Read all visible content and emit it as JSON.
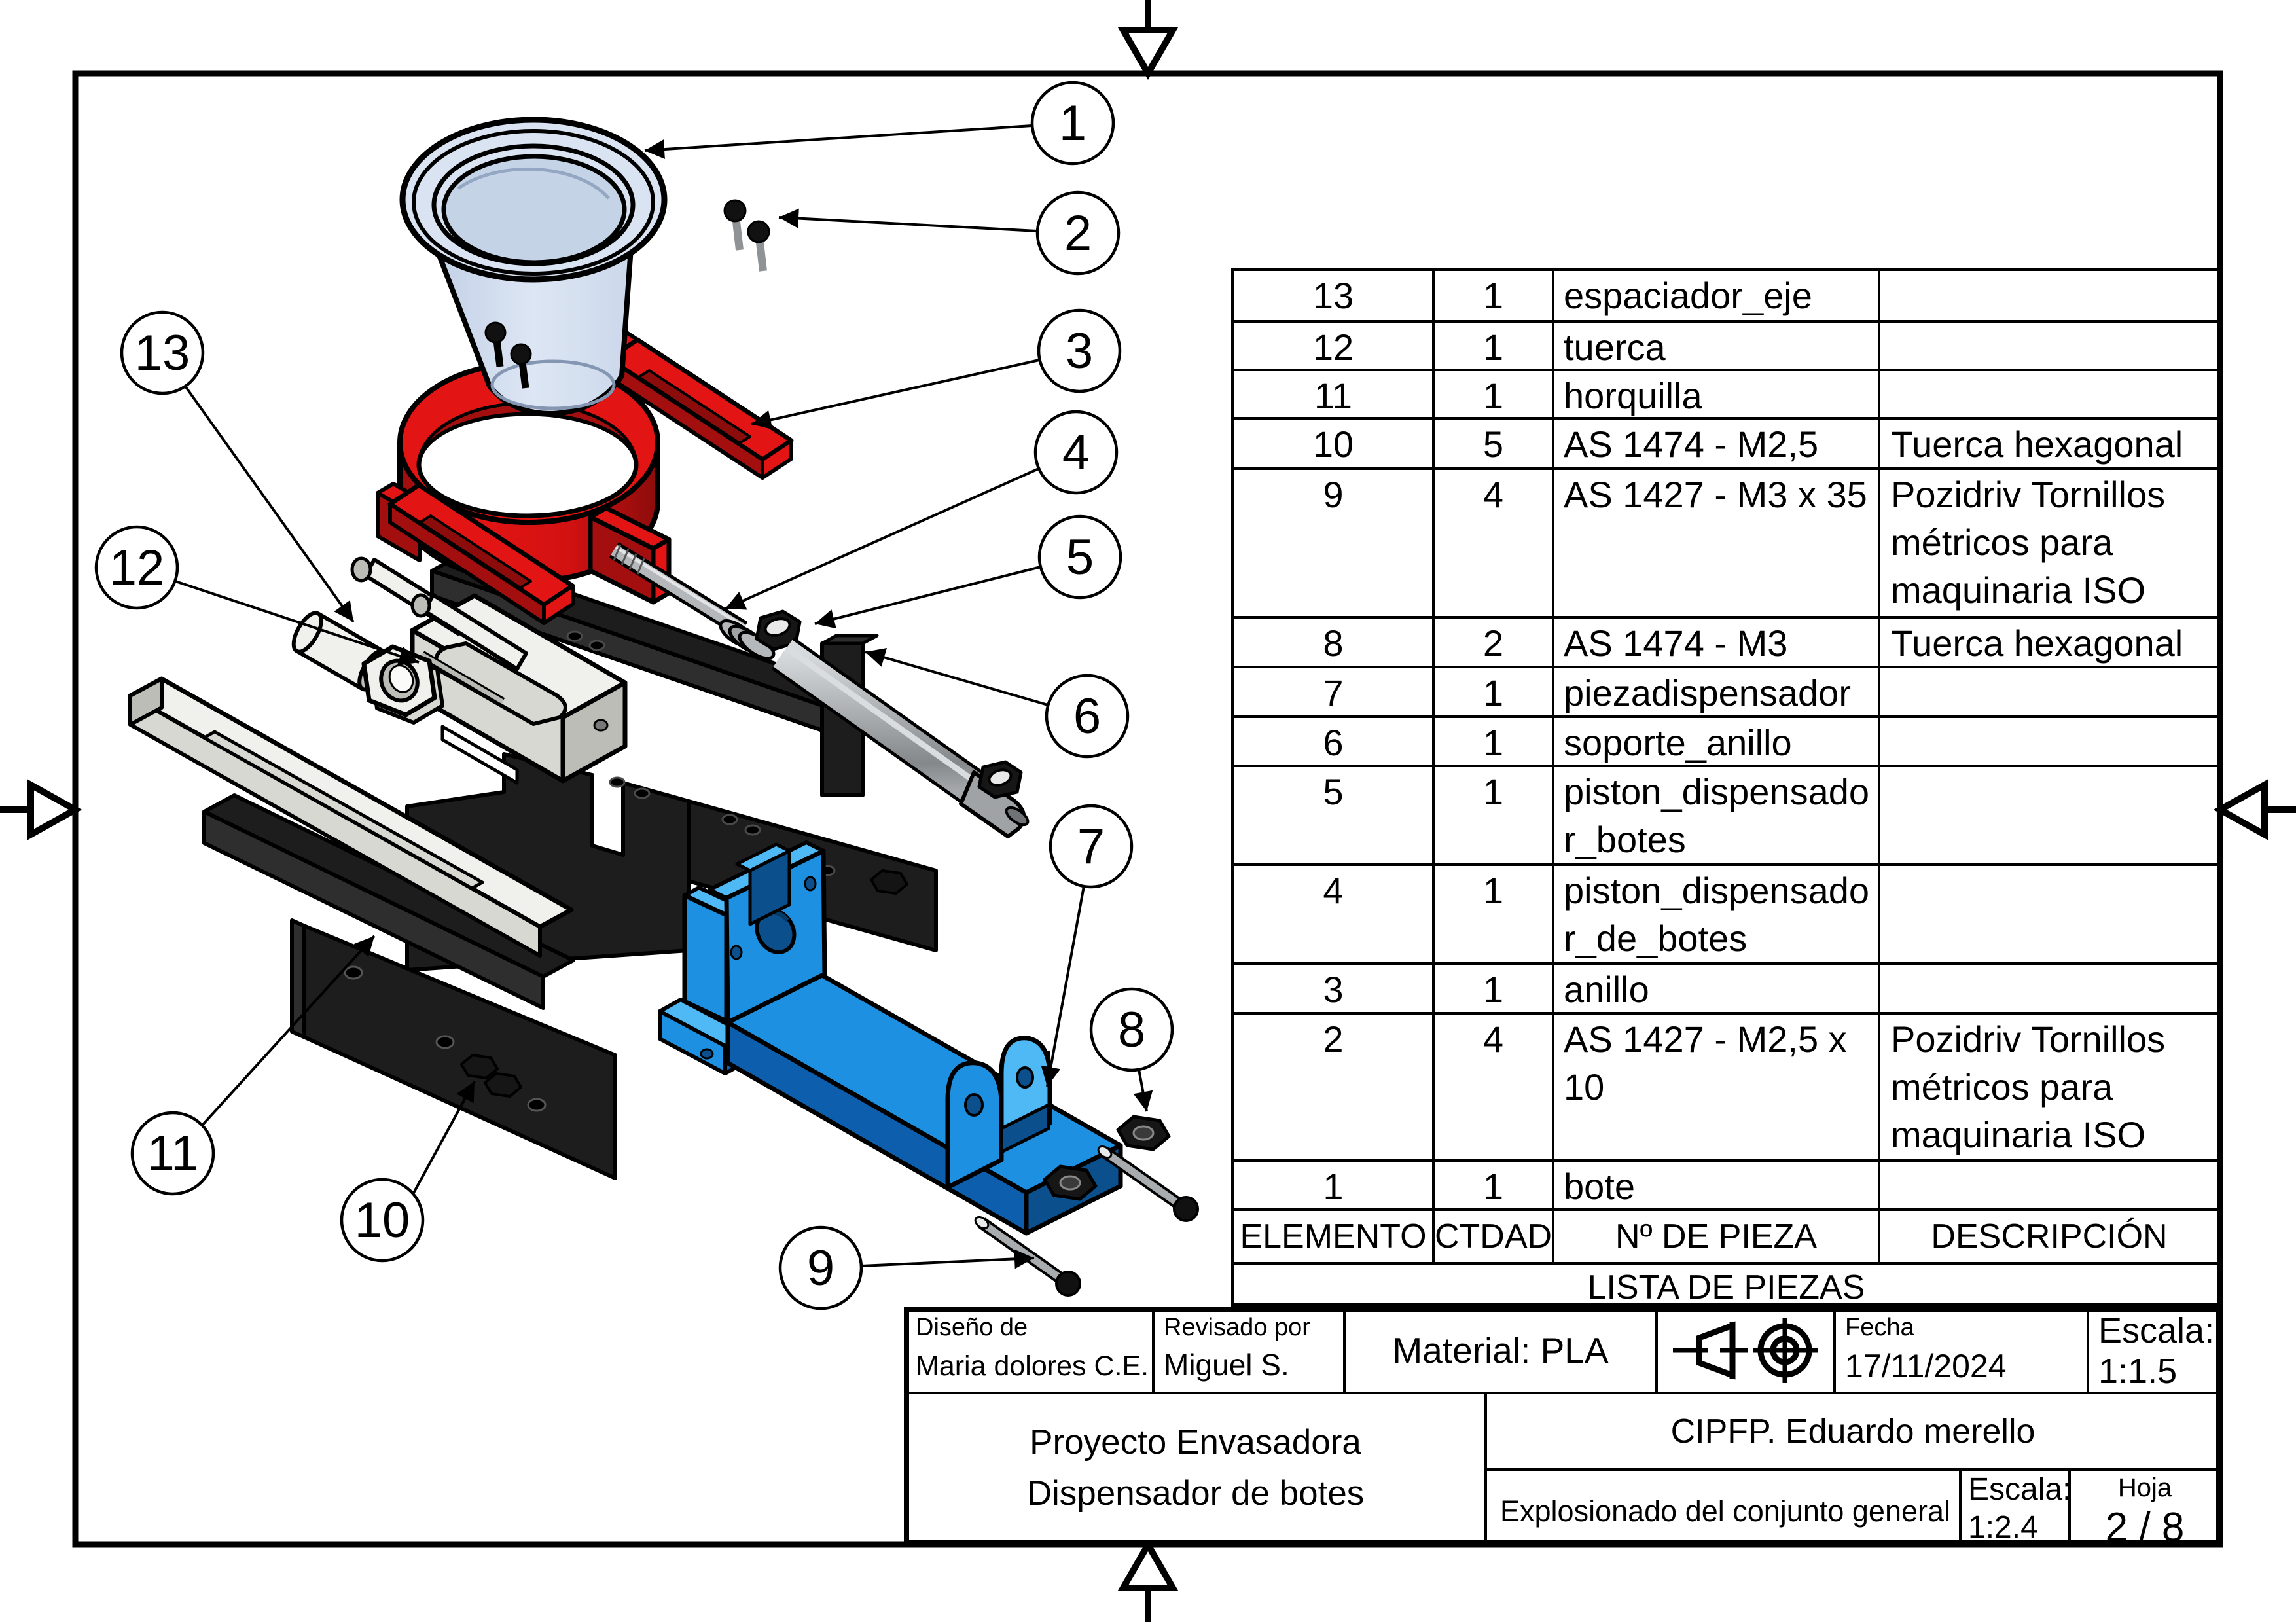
{
  "colors": {
    "red": "#e31414",
    "red_dark": "#a30f0f",
    "red_deep": "#8c0c0c",
    "blue": "#1e90e2",
    "blue_light": "#4fb9f6",
    "blue_dark": "#0d5fae",
    "blue_deep": "#0b4f8c",
    "black_part": "#1d1d1d",
    "black_part_light": "#2e2e2e",
    "gray_metal": "#b4b8bb",
    "gray_metal_dark": "#8f9396",
    "gray_light": "#dadde0",
    "white_part": "#f0f0ed",
    "white_part_shade": "#d8d8d3",
    "white_part_dark": "#bdbdb8",
    "cup": "#d9e3f1",
    "cup_shade": "#c5d3e7",
    "line": "#000000"
  },
  "balloons": [
    "1",
    "2",
    "3",
    "4",
    "5",
    "6",
    "7",
    "8",
    "9",
    "10",
    "11",
    "12",
    "13"
  ],
  "bom": {
    "title": "LISTA DE PIEZAS",
    "headers": {
      "elemento": "ELEMENTO",
      "ctdad": "CTDAD",
      "pieza": "Nº DE PIEZA",
      "descripcion": "DESCRIPCIÓN"
    },
    "rows": [
      {
        "elemento": "13",
        "ctdad": "1",
        "pieza": "espaciador_eje",
        "descripcion": ""
      },
      {
        "elemento": "12",
        "ctdad": "1",
        "pieza": "tuerca",
        "descripcion": ""
      },
      {
        "elemento": "11",
        "ctdad": "1",
        "pieza": "horquilla",
        "descripcion": ""
      },
      {
        "elemento": "10",
        "ctdad": "5",
        "pieza": "AS 1474 - M2,5",
        "descripcion": "Tuerca hexagonal"
      },
      {
        "elemento": "9",
        "ctdad": "4",
        "pieza": "AS 1427 - M3 x 35",
        "descripcion": "Pozidriv Tornillos métricos para maquinaria ISO"
      },
      {
        "elemento": "8",
        "ctdad": "2",
        "pieza": "AS 1474 - M3",
        "descripcion": "Tuerca hexagonal"
      },
      {
        "elemento": "7",
        "ctdad": "1",
        "pieza": "piezadispensador",
        "descripcion": ""
      },
      {
        "elemento": "6",
        "ctdad": "1",
        "pieza": "soporte_anillo",
        "descripcion": ""
      },
      {
        "elemento": "5",
        "ctdad": "1",
        "pieza": "piston_dispensador_botes",
        "descripcion": ""
      },
      {
        "elemento": "4",
        "ctdad": "1",
        "pieza": "piston_dispensador_de_botes",
        "descripcion": ""
      },
      {
        "elemento": "3",
        "ctdad": "1",
        "pieza": "anillo",
        "descripcion": ""
      },
      {
        "elemento": "2",
        "ctdad": "4",
        "pieza": "AS 1427 - M2,5 x 10",
        "descripcion": "Pozidriv Tornillos métricos para maquinaria ISO"
      },
      {
        "elemento": "1",
        "ctdad": "1",
        "pieza": "bote",
        "descripcion": ""
      }
    ]
  },
  "title_block": {
    "diseno_label": "Diseño de",
    "diseno_value": "Maria dolores C.E.",
    "revisado_label": "Revisado por",
    "revisado_value": "Miguel S.",
    "material": "Material: PLA",
    "fecha_label": "Fecha",
    "fecha_value": "17/11/2024",
    "escala_label": "Escala:",
    "escala_value": "1:1.5",
    "proyecto_line1": "Proyecto Envasadora",
    "proyecto_line2": "Dispensador de botes",
    "organizacion": "CIPFP. Eduardo merello",
    "vista": "Explosionado del conjunto general",
    "escala2_label": "Escala:",
    "escala2_value": "1:2.4",
    "hoja_label": "Hoja",
    "hoja_value": "2 / 8"
  }
}
